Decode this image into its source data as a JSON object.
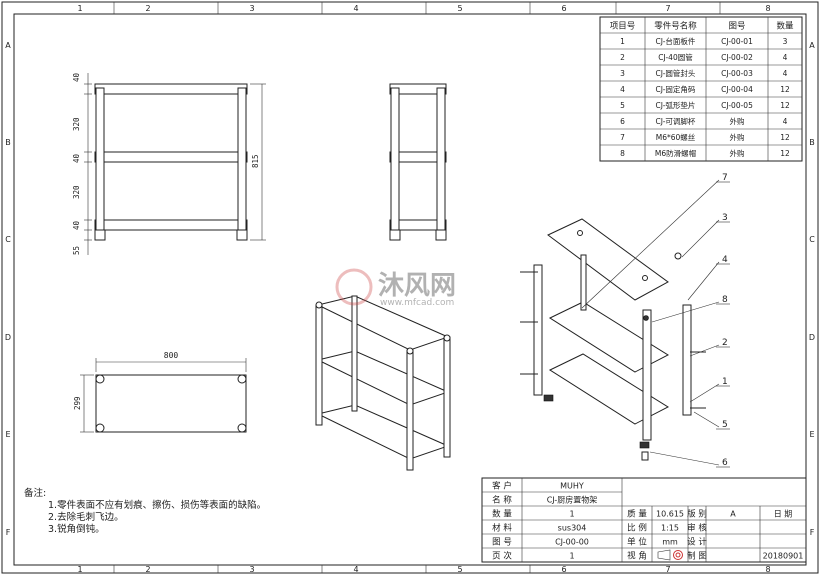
{
  "border": {
    "cols": [
      "1",
      "2",
      "3",
      "4",
      "5",
      "6",
      "7",
      "8"
    ],
    "rows": [
      "A",
      "B",
      "C",
      "D",
      "E",
      "F"
    ]
  },
  "bom": {
    "headers": [
      "项目号",
      "零件号名称",
      "图号",
      "数量"
    ],
    "rows": [
      [
        "1",
        "CJ-台面板件",
        "CJ-00-01",
        "3"
      ],
      [
        "2",
        "CJ-40圆管",
        "CJ-00-02",
        "4"
      ],
      [
        "3",
        "CJ-圆管封头",
        "CJ-00-03",
        "4"
      ],
      [
        "4",
        "CJ-固定角码",
        "CJ-00-04",
        "12"
      ],
      [
        "5",
        "CJ-弧形垫片",
        "CJ-00-05",
        "12"
      ],
      [
        "6",
        "CJ-可调脚杯",
        "外购",
        "4"
      ],
      [
        "7",
        "M6*60螺丝",
        "外购",
        "12"
      ],
      [
        "8",
        "M6防滑螺帽",
        "外购",
        "12"
      ]
    ]
  },
  "dims": {
    "front": [
      "40",
      "320",
      "40",
      "320",
      "40",
      "55"
    ],
    "overall_height": "815",
    "width": "800",
    "depth": "299"
  },
  "balloons": [
    "7",
    "3",
    "4",
    "8",
    "2",
    "1",
    "5",
    "6"
  ],
  "watermark": {
    "brand": "沐风网",
    "url": "www.mfcad.com"
  },
  "notes": {
    "title": "备注:",
    "items": [
      "1.零件表面不应有划痕、擦伤、损伤等表面的缺陷。",
      "2.去除毛刺飞边。",
      "3.锐角倒钝。"
    ]
  },
  "title_block": {
    "left": [
      [
        "客 户",
        "MUHY"
      ],
      [
        "名 称",
        "CJ-厨房置物架"
      ],
      [
        "数 量",
        "1"
      ],
      [
        "材 料",
        "sus304"
      ],
      [
        "图 号",
        "CJ-00-00"
      ],
      [
        "页 次",
        "1"
      ]
    ],
    "mass_label": "质 量",
    "mass": "10.615",
    "scale_label": "比 例",
    "scale": "1:15",
    "unit_label": "单 位",
    "unit": "mm",
    "view_label": "视 角",
    "version_label": "版 别",
    "version": "A",
    "date_label": "日 期",
    "review_label": "审 核",
    "design_label": "设 计",
    "draw_label": "制 图",
    "date": "20180901"
  }
}
